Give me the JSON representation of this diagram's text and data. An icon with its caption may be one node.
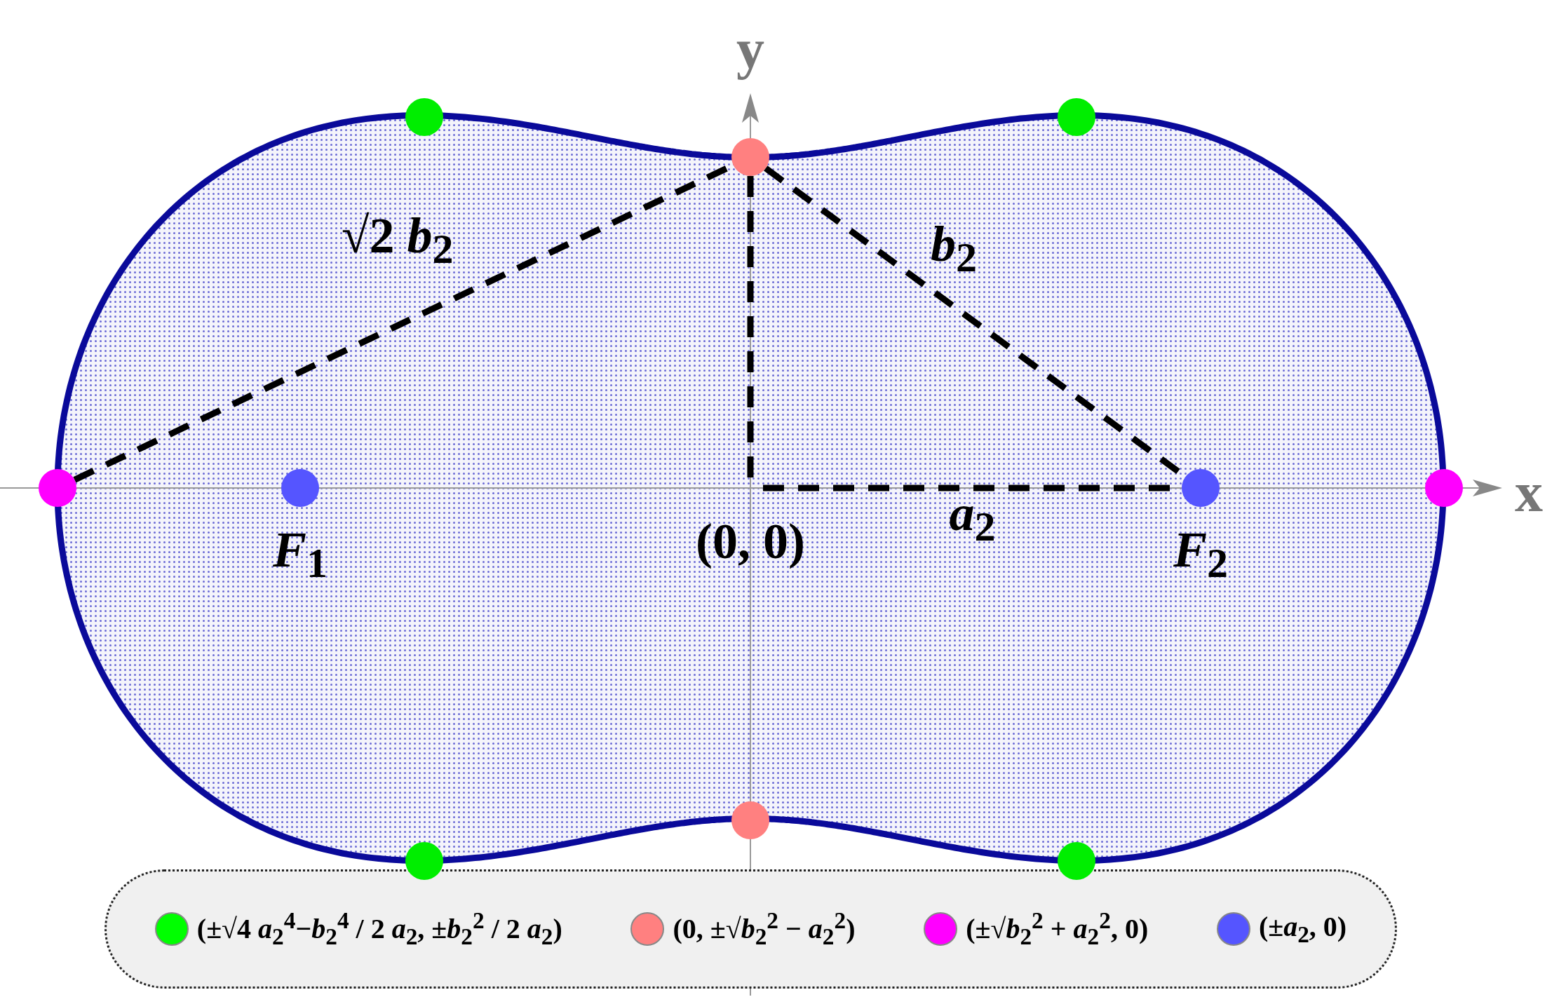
{
  "diagram": {
    "nodes": [
      {
        "text": [],
        "shape": "circle"
      },
      {
        "text": [],
        "shape": "circle"
      },
      {
        "text": [],
        "shape": "circle"
      },
      {
        "text": [],
        "shape": "circle"
      },
      {
        "text": [],
        "shape": "circle",
        "beside": [
          "*F*$_{1}$"
        ]
      },
      {
        "text": [
          "(0, 0)"
        ]
      },
      {
        "text": [],
        "shape": "circle",
        "beside": [
          "*F*$_{2}$"
        ]
      },
      {
        "text": [],
        "shape": "circle"
      },
      {
        "text": [],
        "shape": "circle"
      },
      {
        "text": [],
        "shape": "circle"
      },
      {
        "text": [],
        "shape": "circle"
      }
    ],
    "edges": [
      {
        "from": 3,
        "to": 2,
        "arrow": "none",
        "style": "dashed",
        "label": "√2 *b*$_{2}$"
      },
      {
        "from": 2,
        "to": 6,
        "arrow": "none",
        "style": "dashed",
        "label": "*b*$_{2}$"
      },
      {
        "from": 2,
        "to": 5,
        "arrow": "none",
        "style": "dashed"
      },
      {
        "from": 5,
        "to": 6,
        "arrow": "none",
        "style": "dashed",
        "label": "*a*$_{2}$"
      }
    ],
    "labels": [
      "y",
      "x"
    ],
    "legend": [
      {
        "text": "(±√4 *a*$_{2}$$^{4}$−*b*$_{2}$$^{4}$ / 2 *a*$_{2}$, ±*b*$_{2}$$^{2}$ / 2 *a*$_{2}$)",
        "color": "#00ff00"
      },
      {
        "text": "(0, ±√*b*$_{2}$$^{2}$ − *a*$_{2}$$^{2}$)",
        "color": "#ff8080"
      },
      {
        "text": "(±√*b*$_{2}$$^{2}$ + *a*$_{2}$$^{2}$, 0)",
        "color": "#ff00ff"
      },
      {
        "text": "(±*a*$_{2}$, 0)",
        "color": "#5555ff"
      }
    ]
  }
}
